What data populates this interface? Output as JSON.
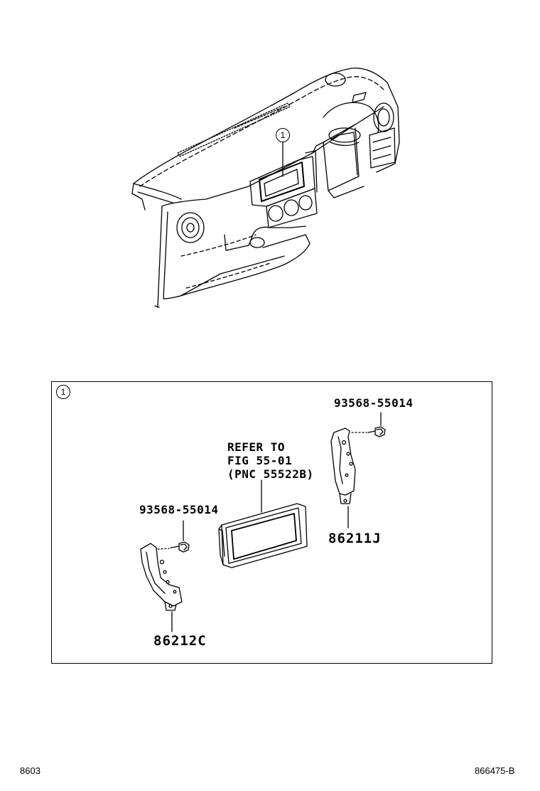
{
  "top_view": {
    "callout": "1"
  },
  "detail_panel": {
    "callout": "1",
    "bolt_right_label": "93568-55014",
    "bolt_left_label": "93568-55014",
    "refer_lines": [
      "REFER TO",
      "FIG 55-01",
      "(PNC 55522B)"
    ],
    "bracket_right_label": "86211J",
    "bracket_left_label": "86212C"
  },
  "footer": {
    "left_code": "8603",
    "right_code": "866475-B"
  }
}
